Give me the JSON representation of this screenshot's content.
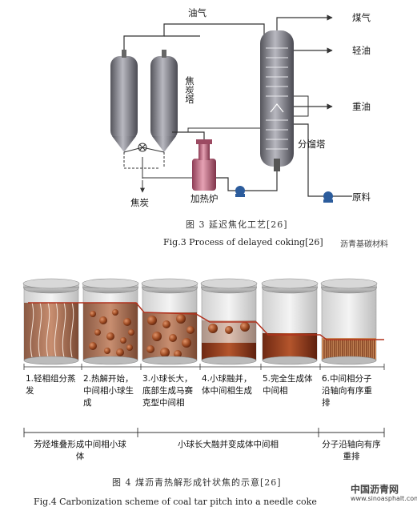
{
  "fig3": {
    "labels": {
      "oil_gas": "油气",
      "coal_gas": "煤气",
      "light_oil": "轻油",
      "heavy_oil": "重油",
      "fractionator": "分馏塔",
      "coke_tower": "焦炭塔",
      "heater": "加热炉",
      "coke": "焦炭",
      "feedstock": "原料"
    },
    "caption_cn": "图 3   延迟焦化工艺[26]",
    "caption_en": "Fig.3    Process of delayed coking[26]"
  },
  "fig4": {
    "stages": [
      "1.轻相组分蒸发",
      "2.热解开始，中间相小球生成",
      "3.小球长大，底部生成马赛克型中间相",
      "4.小球融并，体中间相生成",
      "5.完全生成体中间相",
      "6.中间相分子沿轴向有序重排"
    ],
    "phases": [
      "芳烃堆叠形成中间相小球体",
      "小球长大融并变成体中间相",
      "分子沿轴向有序重排"
    ],
    "caption_cn": "图 4   煤沥青热解形成针状焦的示意[26]",
    "caption_en": "Fig.4    Carbonization scheme of coal tar pitch into a needle coke"
  },
  "watermarks": {
    "wechat": "沥青基碳材料",
    "site_cn": "中国沥青网",
    "site_en": "www.sinoasphalt.com"
  },
  "colors": {
    "tower_gray": "#7d7d85",
    "heater_pink": "#c0607a",
    "pump_blue": "#2c5c9c",
    "pitch_brown": "#8a3a1c",
    "sphere_brown": "#a0512a",
    "line": "#333333"
  }
}
